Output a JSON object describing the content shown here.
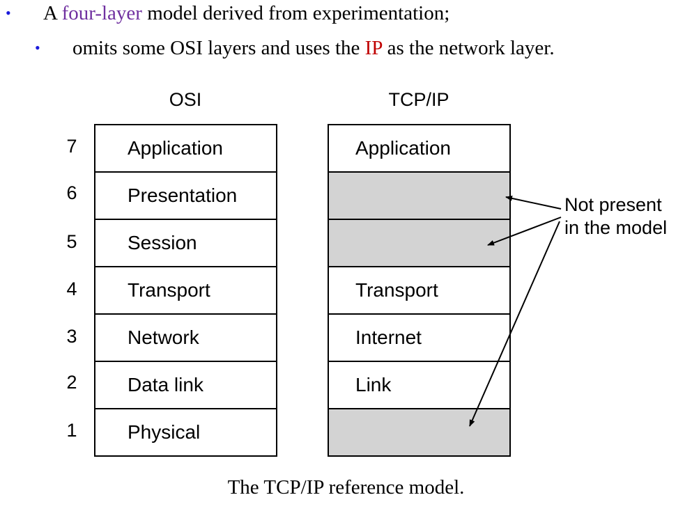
{
  "bullets": {
    "line1": {
      "prefix": "A ",
      "highlight": "four-layer",
      "suffix": " model derived from experimentation;"
    },
    "line2": {
      "prefix": "omits some OSI layers and uses the ",
      "highlight": "IP",
      "suffix": " as the network layer."
    }
  },
  "bullet_symbol": "•",
  "osi": {
    "title": "OSI",
    "layers": [
      "Application",
      "Presentation",
      "Session",
      "Transport",
      "Network",
      "Data link",
      "Physical"
    ],
    "numbers": [
      "7",
      "6",
      "5",
      "4",
      "3",
      "2",
      "1"
    ]
  },
  "tcpip": {
    "title": "TCP/IP",
    "layers": [
      "Application",
      "",
      "",
      "Transport",
      "Internet",
      "Link",
      ""
    ]
  },
  "annotation": {
    "line1": "Not present",
    "line2": "in the model"
  },
  "caption": "The TCP/IP reference model.",
  "colors": {
    "bullet": "#1a1adb",
    "four_layer": "#7030a0",
    "ip": "#c00000",
    "empty_layer": "#d3d3d3"
  }
}
